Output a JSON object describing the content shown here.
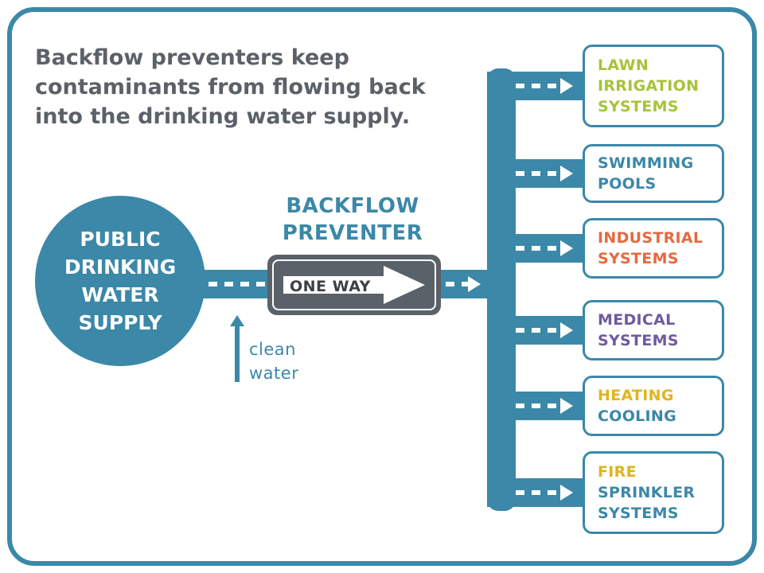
{
  "headline": {
    "lines": [
      "Backflow preventers keep",
      "contaminants from flowing back",
      "into the drinking water supply."
    ]
  },
  "supply": {
    "lines": [
      "PUBLIC",
      "DRINKING",
      "WATER",
      "SUPPLY"
    ]
  },
  "preventer": {
    "title_lines": [
      "BACKFLOW",
      "PREVENTER"
    ],
    "sign_text": "ONE WAY"
  },
  "clean_water": {
    "lines": [
      "clean",
      "water"
    ]
  },
  "colors": {
    "pipe_blue": "#3b88a8",
    "text_gray": "#5b6168",
    "lime": "#a6c33a",
    "blue": "#3b88a8",
    "orange": "#e46a40",
    "purple": "#6f5aa0",
    "yellow": "#e0b41d"
  },
  "destinations": [
    {
      "lines": [
        {
          "text": "LAWN",
          "color": "#a6c33a"
        },
        {
          "text": "IRRIGATION",
          "color": "#a6c33a"
        },
        {
          "text": "SYSTEMS",
          "color": "#a6c33a"
        }
      ]
    },
    {
      "lines": [
        {
          "text": "SWIMMING",
          "color": "#3b88a8"
        },
        {
          "text": "POOLS",
          "color": "#3b88a8"
        }
      ]
    },
    {
      "lines": [
        {
          "text": "INDUSTRIAL",
          "color": "#e46a40"
        },
        {
          "text": "SYSTEMS",
          "color": "#e46a40"
        }
      ]
    },
    {
      "lines": [
        {
          "text": "MEDICAL",
          "color": "#6f5aa0"
        },
        {
          "text": "SYSTEMS",
          "color": "#6f5aa0"
        }
      ]
    },
    {
      "lines": [
        {
          "text": "HEATING",
          "color": "#e0b41d"
        },
        {
          "text": "COOLING",
          "color": "#3b88a8"
        }
      ]
    },
    {
      "lines": [
        {
          "text": "FIRE",
          "color": "#e0b41d"
        },
        {
          "text": "SPRINKLER",
          "color": "#3b88a8"
        },
        {
          "text": "SYSTEMS",
          "color": "#3b88a8"
        }
      ]
    }
  ]
}
